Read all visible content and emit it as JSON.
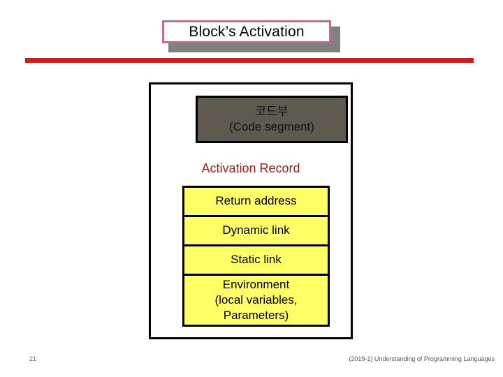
{
  "slide": {
    "title": "Block’s Activation",
    "page_number": "21",
    "footer": "(2019-1) Understanding of Programming Languages"
  },
  "colors": {
    "title_border": "#cc6699",
    "title_shadow": "#808080",
    "divider": "#ee1111",
    "code_segment_fill": "#5f5a50",
    "record_fill": "#ffff66",
    "record_label": "#b01818",
    "frame": "#000000"
  },
  "diagram": {
    "code_segment": {
      "lines": [
        "코드부",
        "(Code segment)"
      ]
    },
    "record_caption": "Activation Record",
    "record_fields": [
      {
        "lines": [
          "Return address"
        ],
        "size": "single"
      },
      {
        "lines": [
          "Dynamic link"
        ],
        "size": "single"
      },
      {
        "lines": [
          "Static link"
        ],
        "size": "single"
      },
      {
        "lines": [
          "Environment",
          "(local variables,",
          "Parameters)"
        ],
        "size": "multi"
      }
    ]
  }
}
